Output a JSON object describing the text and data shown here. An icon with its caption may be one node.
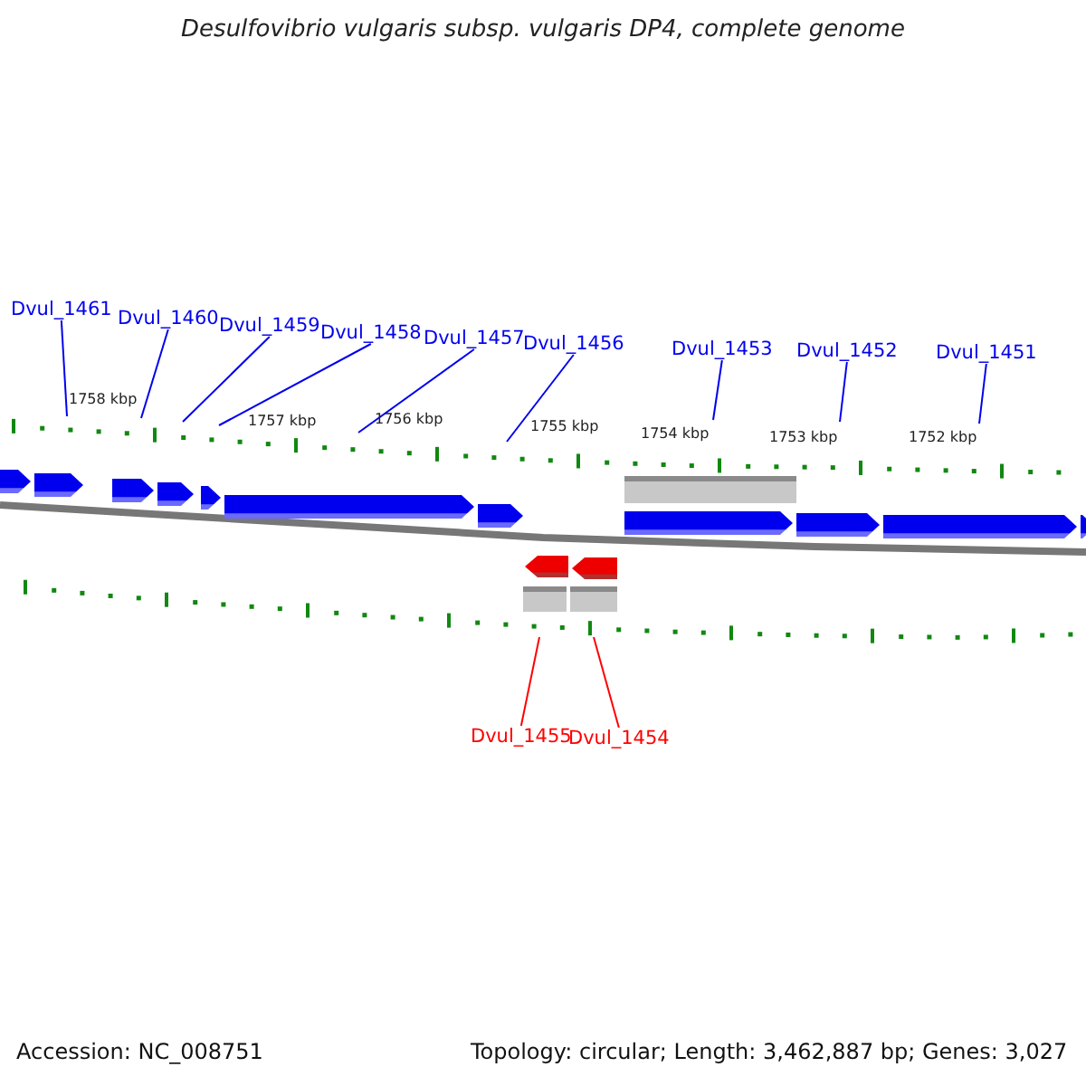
{
  "diagram": {
    "title": "Desulfovibrio vulgaris subsp. vulgaris DP4, complete genome",
    "nodes": [
      {
        "text": [
          "Dvul_1461"
        ]
      },
      {
        "text": [
          "Dvul_1460"
        ]
      },
      {
        "text": [
          "Dvul_1459"
        ]
      },
      {
        "text": [
          "Dvul_1458"
        ]
      },
      {
        "text": [
          "Dvul_1457"
        ]
      },
      {
        "text": [
          "Dvul_1456"
        ]
      },
      {
        "text": [
          "Dvul_1453"
        ]
      },
      {
        "text": [
          "Dvul_1452"
        ]
      },
      {
        "text": [
          "Dvul_1451"
        ]
      },
      {
        "text": [
          "Dvul_1455"
        ]
      },
      {
        "text": [
          "Dvul_1454"
        ]
      },
      {
        "text": [],
        "shape": "ruler"
      },
      {
        "text": [],
        "shape": "ruler"
      }
    ],
    "edges": [
      {
        "from": 0,
        "to": 11,
        "arrow": "none"
      },
      {
        "from": 1,
        "to": 11,
        "arrow": "none"
      },
      {
        "from": 2,
        "to": 11,
        "arrow": "none"
      },
      {
        "from": 3,
        "to": 11,
        "arrow": "none"
      },
      {
        "from": 4,
        "to": 11,
        "arrow": "none"
      },
      {
        "from": 5,
        "to": 11,
        "arrow": "none"
      },
      {
        "from": 6,
        "to": 11,
        "arrow": "none"
      },
      {
        "from": 7,
        "to": 11,
        "arrow": "none"
      },
      {
        "from": 8,
        "to": 11,
        "arrow": "none"
      },
      {
        "from": 9,
        "to": 12,
        "arrow": "none",
        "color": "#ff0000"
      },
      {
        "from": 10,
        "to": 12,
        "arrow": "none",
        "color": "#ff0000"
      }
    ],
    "labels": [
      "1758 kbp",
      "1757 kbp",
      "1756 kbp",
      "1755 kbp",
      "1754 kbp",
      "1753 kbp",
      "1752 kbp",
      "Accession: NC_008751",
      "Topology: circular; Length: 3,462,887 bp; Genes: 3,027"
    ]
  }
}
